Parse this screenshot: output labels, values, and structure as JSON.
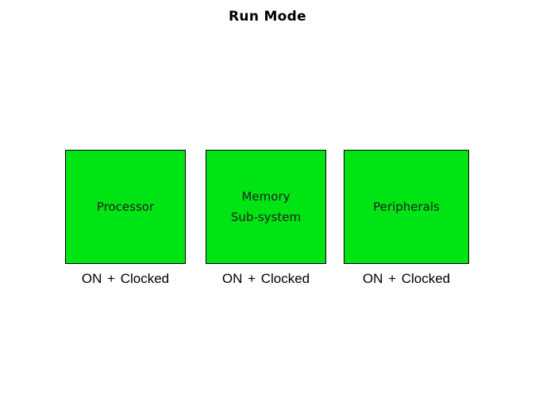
{
  "title": "Run Mode",
  "colors": {
    "block_fill": "#00e414",
    "block_border": "#000000",
    "block_label_text": "#1f1f1f",
    "status_text": "#000000",
    "title_text": "#000000",
    "background": "#ffffff"
  },
  "blocks": [
    {
      "label": "Processor",
      "status": "ON + Clocked"
    },
    {
      "label": "Memory\nSub-system",
      "status": "ON + Clocked"
    },
    {
      "label": "Peripherals",
      "status": "ON + Clocked"
    }
  ]
}
